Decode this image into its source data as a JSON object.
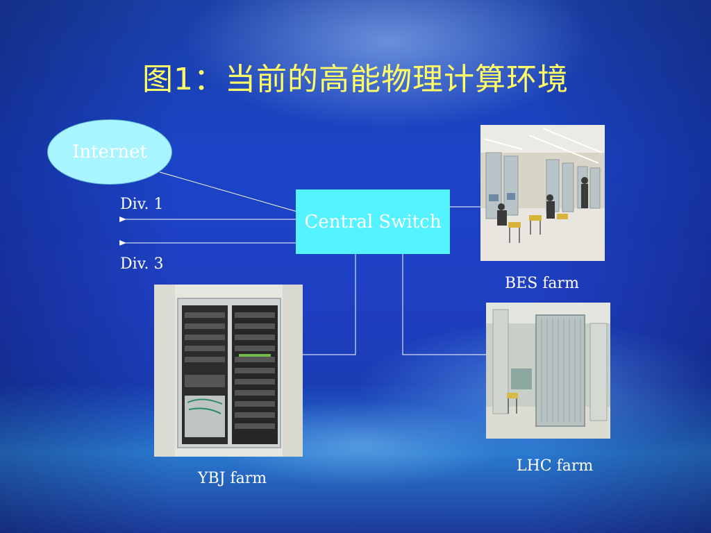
{
  "title": "图1：当前的高能物理计算环境",
  "nodes": {
    "internet": "Internet",
    "central_switch": "Central Switch"
  },
  "edge_labels": {
    "div1": "Div. 1",
    "div3": "Div. 3"
  },
  "farms": {
    "bes": "BES farm",
    "ybj": "YBJ farm",
    "lhc": "LHC farm"
  }
}
